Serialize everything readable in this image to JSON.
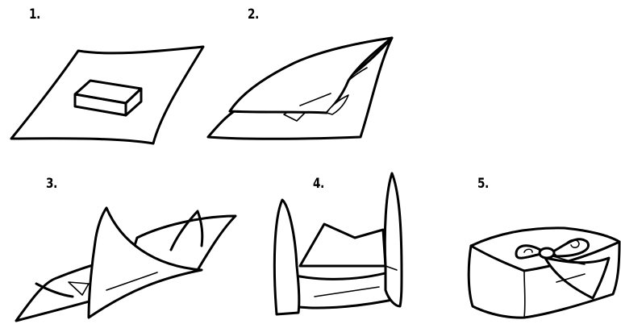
{
  "steps": [
    {
      "label": "1."
    },
    {
      "label": "2."
    },
    {
      "label": "3."
    },
    {
      "label": "4."
    },
    {
      "label": "5."
    }
  ],
  "colors": {
    "line": "#000000",
    "background": "#ffffff"
  }
}
